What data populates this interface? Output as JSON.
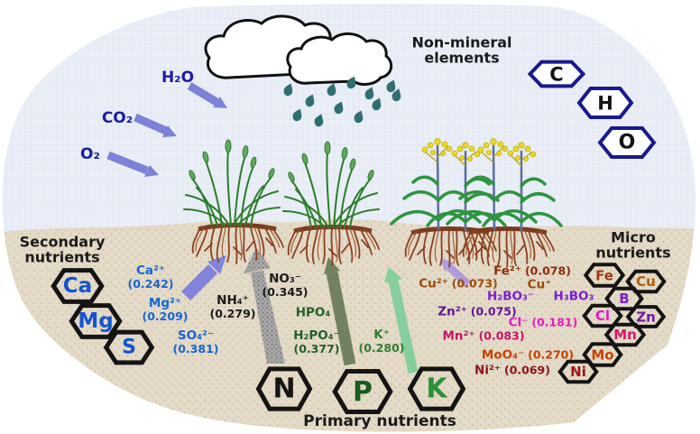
{
  "atmosphere": {
    "gases": [
      {
        "formula": "H₂O",
        "color": "#1c1ca3"
      },
      {
        "formula": "CO₂",
        "color": "#1c1ca3"
      },
      {
        "formula": "O₂",
        "color": "#1c1ca3"
      }
    ]
  },
  "non_mineral": {
    "heading_line1": "Non-mineral",
    "heading_line2": "elements",
    "elements": [
      {
        "symbol": "C",
        "color": "#141414"
      },
      {
        "symbol": "H",
        "color": "#141414"
      },
      {
        "symbol": "O",
        "color": "#141414"
      }
    ]
  },
  "secondary": {
    "heading_line1": "Secondary",
    "heading_line2": "nutrients",
    "elements": [
      {
        "symbol": "Ca",
        "color": "#1554d0"
      },
      {
        "symbol": "Mg",
        "color": "#1554d0"
      },
      {
        "symbol": "S",
        "color": "#1554d0"
      }
    ],
    "ions": [
      {
        "formula": "Ca²⁺",
        "value": "(0.242)",
        "color": "#1565d4"
      },
      {
        "formula": "Mg²⁺",
        "value": "(0.209)",
        "color": "#1565d4"
      },
      {
        "formula": "SO₄²⁻",
        "value": "(0.381)",
        "color": "#1565d4"
      }
    ]
  },
  "primary": {
    "heading": "Primary nutrients",
    "elements": [
      {
        "symbol": "N",
        "color": "#141414"
      },
      {
        "symbol": "P",
        "color": "#175c21"
      },
      {
        "symbol": "K",
        "color": "#2c9139"
      }
    ],
    "ions": [
      {
        "formula": "NH₄⁺",
        "value": "(0.279)",
        "color": "#1b1b1b"
      },
      {
        "formula": "NO₃⁻",
        "value": "(0.345)",
        "color": "#1b1b1b"
      },
      {
        "formula": "HPO₄",
        "value": "",
        "color": "#235e2d"
      },
      {
        "formula": "H₂PO₄⁻",
        "value": "(0.377)",
        "color": "#235e2d"
      },
      {
        "formula": "K⁺",
        "value": "(0.280)",
        "color": "#2e7d32"
      }
    ]
  },
  "micro": {
    "heading_line1": "Micro",
    "heading_line2": "nutrients",
    "elements": [
      {
        "symbol": "Fe",
        "color": "#a23a0c"
      },
      {
        "symbol": "Cu",
        "color": "#b05c0a"
      },
      {
        "symbol": "B",
        "color": "#7c1fd0"
      },
      {
        "symbol": "Cl",
        "color": "#e31bc4"
      },
      {
        "symbol": "Zn",
        "color": "#731ba3"
      },
      {
        "symbol": "Mn",
        "color": "#d6186e"
      },
      {
        "symbol": "Mo",
        "color": "#c64300"
      },
      {
        "symbol": "Ni",
        "color": "#9c151c"
      }
    ],
    "ions": [
      {
        "formula": "Fe²⁺",
        "value": "(0.078)",
        "color": "#8c2e0c"
      },
      {
        "formula": "Cu²⁺",
        "value": "(0.073)",
        "color": "#9c4a08"
      },
      {
        "formula": "Cu⁺",
        "value": "",
        "color": "#9c4a08"
      },
      {
        "formula": "H₂BO₃⁻",
        "value": "",
        "color": "#7c1fd0"
      },
      {
        "formula": "H₃BO₃",
        "value": "",
        "color": "#7c1fd0"
      },
      {
        "formula": "Zn²⁺",
        "value": "(0.075)",
        "color": "#5f1692"
      },
      {
        "formula": "Cl⁻",
        "value": "(0.181)",
        "color": "#e31bc4"
      },
      {
        "formula": "Mn²⁺",
        "value": "(0.083)",
        "color": "#c41465"
      },
      {
        "formula": "MoO₄⁻",
        "value": "(0.270)",
        "color": "#c64300"
      },
      {
        "formula": "Ni²⁺",
        "value": "(0.069)",
        "color": "#8c1420"
      }
    ]
  },
  "colors": {
    "sky": "#eaeef6",
    "soil": "#e3dac7",
    "hex_border": "#141414",
    "cho_border": "#1a1a8e",
    "arrow_periwinkle": "#7c82d8",
    "arrow_purple": "#8184da",
    "arrow_gray": "#aaaaaa",
    "arrow_olive": "#72815f",
    "arrow_light_green": "#84cf9d",
    "arrow_lavender": "#b29bd9",
    "rain": "#2f6f70"
  }
}
